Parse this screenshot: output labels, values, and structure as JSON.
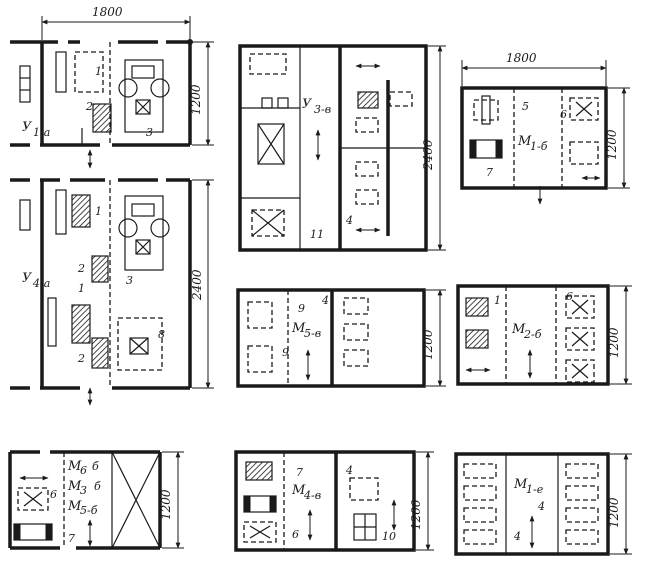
{
  "dimensions": {
    "d1800": "1800",
    "d1200": "1200",
    "d2400": "2400"
  },
  "plans": {
    "y1a": {
      "name": "У",
      "sub": "1-а"
    },
    "y4a": {
      "name": "У",
      "sub": "4-а"
    },
    "y3v": {
      "name": "У",
      "sub": "3-в"
    },
    "m5v": {
      "name": "М",
      "sub": "5-в"
    },
    "m1b": {
      "name": "М",
      "sub": "1-б"
    },
    "m2b": {
      "name": "М",
      "sub": "2-б"
    },
    "m6b": {
      "name": "М",
      "sub": "6",
      "suffix": "б"
    },
    "m3b": {
      "name": "М",
      "sub": "3",
      "suffix": "б"
    },
    "m5b": {
      "name": "М",
      "sub": "5-б"
    },
    "m4v": {
      "name": "М",
      "sub": "4-в"
    },
    "m1e": {
      "name": "М",
      "sub": "1-е"
    }
  },
  "callouts": [
    "1",
    "2",
    "3",
    "4",
    "5",
    "6",
    "7",
    "8",
    "9",
    "10",
    "11"
  ]
}
